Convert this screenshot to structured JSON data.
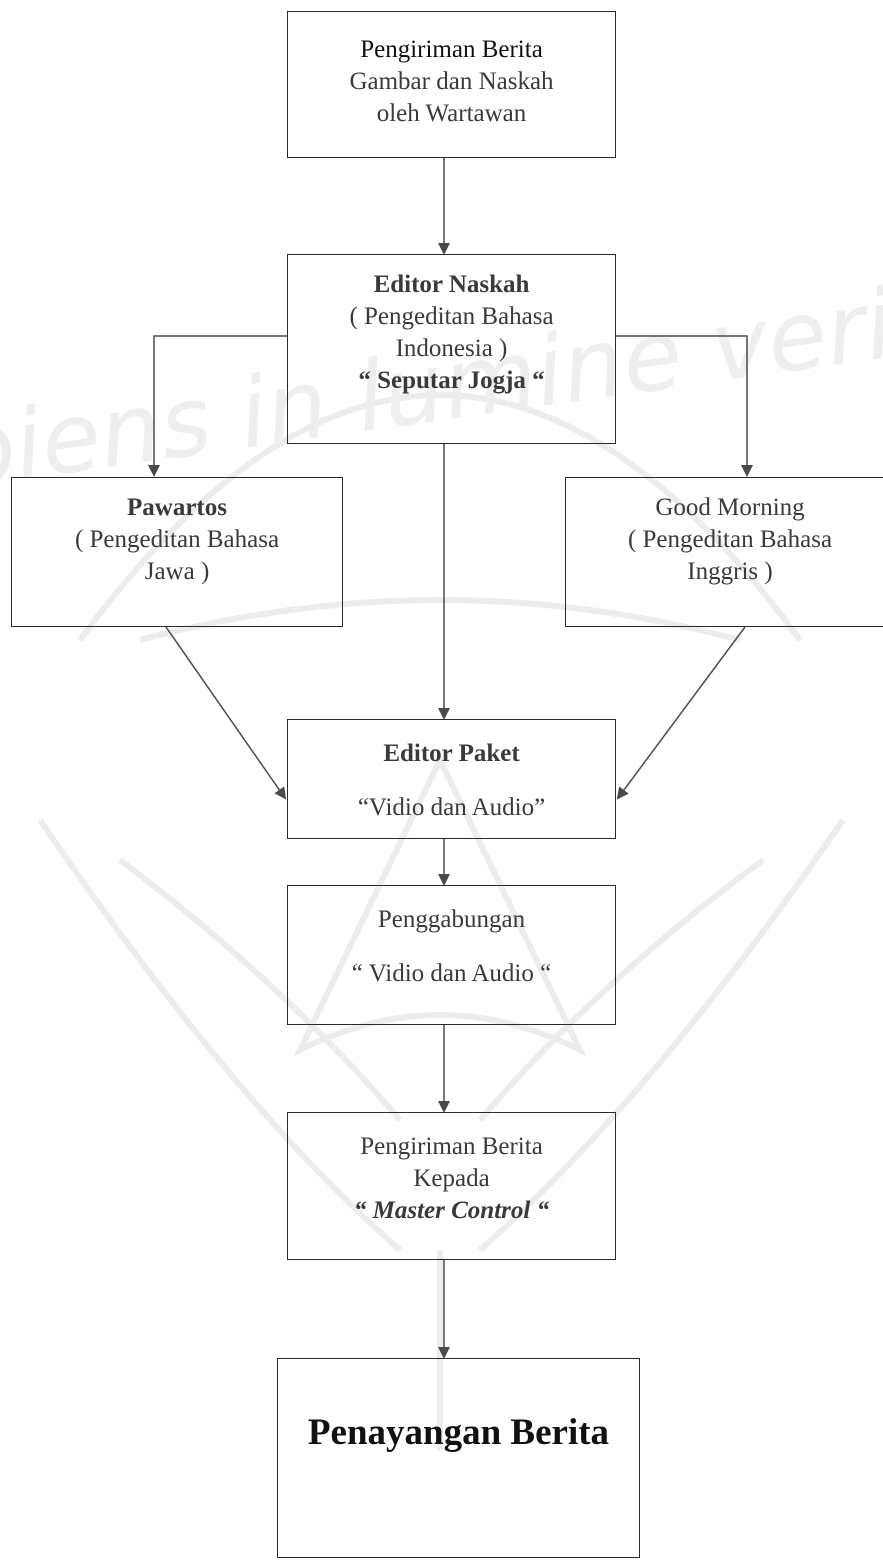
{
  "nodes": {
    "news_sending": {
      "line1": "Pengiriman Berita",
      "line2": "Gambar dan Naskah",
      "line3": "oleh Wartawan"
    },
    "script_editor": {
      "title": "Editor Naskah",
      "line2": "( Pengeditan Bahasa",
      "line3": "Indonesia )",
      "line4": "“ Seputar Jogja “"
    },
    "pawartos": {
      "title": "Pawartos",
      "line2": "( Pengeditan Bahasa",
      "line3": "Jawa )"
    },
    "good_morning": {
      "title": "Good Morning",
      "line2": "( Pengeditan Bahasa",
      "line3": "Inggris )"
    },
    "package_editor": {
      "title": "Editor Paket",
      "line2": "“Vidio dan Audio”"
    },
    "merging": {
      "title": "Penggabungan",
      "line2": "“ Vidio dan Audio “"
    },
    "send_to_master": {
      "line1": "Pengiriman Berita",
      "line2": "Kepada",
      "line3": "“ Master Control “"
    },
    "broadcast": {
      "title": "Penayangan Berita"
    }
  },
  "watermark": {
    "text": "Sapiens in lumine veritas"
  },
  "colors": {
    "line": "#4a4a4a",
    "text": "#3a3a3a",
    "watermark": "#ececec"
  }
}
